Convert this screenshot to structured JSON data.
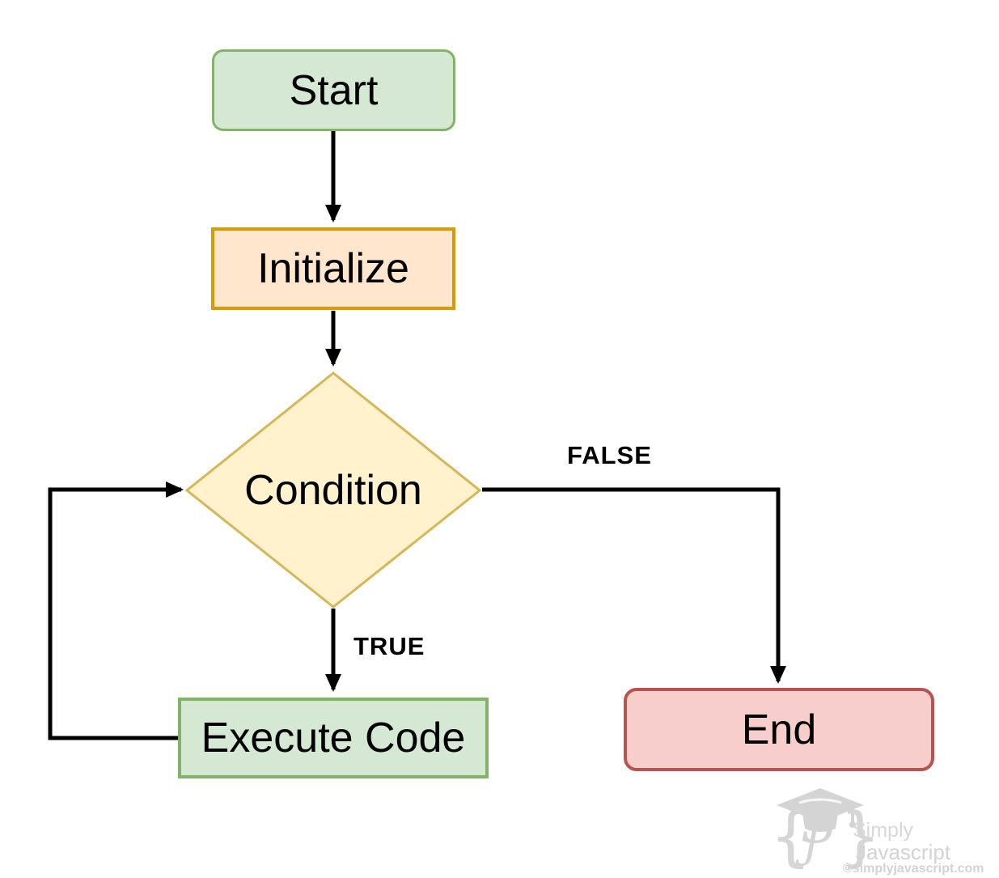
{
  "diagram": {
    "nodes": {
      "start": {
        "label": "Start"
      },
      "initialize": {
        "label": "Initialize"
      },
      "condition": {
        "label": "Condition"
      },
      "execute": {
        "label": "Execute Code"
      },
      "end": {
        "label": "End"
      }
    },
    "edge_labels": {
      "true_branch": "TRUE",
      "false_branch": "FALSE"
    },
    "colors": {
      "green_fill": "#d5e8d4",
      "green_border": "#82b366",
      "orange_fill": "#ffe6cc",
      "orange_border": "#d79b00",
      "yellow_fill": "#fff2cc",
      "yellow_border": "#d6b656",
      "red_fill": "#f8cecc",
      "red_border": "#b85450",
      "line": "#000000"
    }
  },
  "watermark": {
    "icon": "graduation-cap-icon",
    "brace_left": "{",
    "brace_right": "}",
    "monogram_s": "S",
    "monogram_j": "J",
    "brand_line1": "Simply",
    "brand_line2": "Javascript",
    "url": "©simplyjavascript.com"
  }
}
